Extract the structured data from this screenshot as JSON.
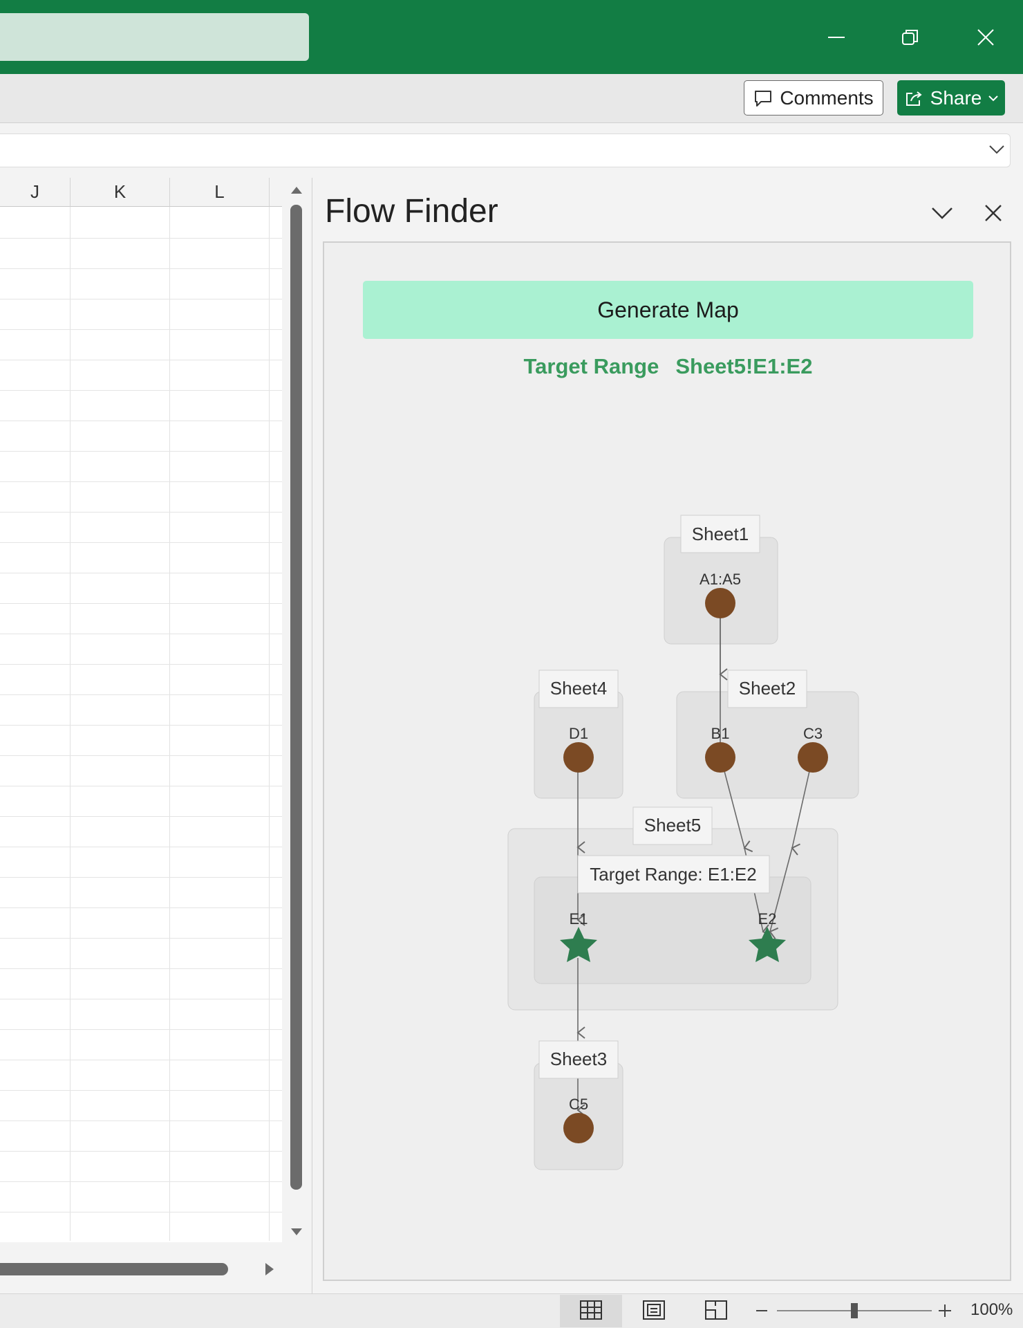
{
  "window": {
    "controls": [
      "minimize-icon",
      "restore-icon",
      "close-icon"
    ]
  },
  "ribbon": {
    "comments_label": "Comments",
    "share_label": "Share"
  },
  "grid": {
    "columns": [
      "J",
      "K",
      "L"
    ]
  },
  "pane": {
    "title": "Flow Finder",
    "generate_label": "Generate Map",
    "target_label": "Target Range",
    "target_value": "Sheet5!E1:E2"
  },
  "map": {
    "sheets": {
      "sheet1": "Sheet1",
      "sheet2": "Sheet2",
      "sheet3": "Sheet3",
      "sheet4": "Sheet4",
      "sheet5": "Sheet5",
      "target": "Target Range: E1:E2"
    },
    "nodes": {
      "a1a5": "A1:A5",
      "b1": "B1",
      "c3": "C3",
      "d1": "D1",
      "e1": "E1",
      "e2": "E2",
      "c5": "C5"
    },
    "colors": {
      "node": "#7b4a24",
      "target_node": "#2e7d4f",
      "edge": "#6a6a6a"
    }
  },
  "status": {
    "zoom": "100%"
  },
  "colors": {
    "accent": "#127d44",
    "button": "#aaf1d2",
    "target_text": "#3a9b5e"
  }
}
